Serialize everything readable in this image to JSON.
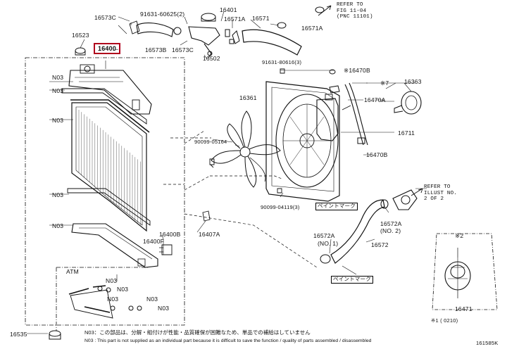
{
  "diagram": {
    "part_labels": {
      "p16573C": "16573C",
      "p91631_60625": "91631-60625(2)",
      "p16401": "16401",
      "p16571A_top": "16571A",
      "p16571": "16571",
      "p16571A_right": "16571A",
      "p16523": "16523",
      "p16400": "16400",
      "p16573B": "16573B",
      "p16573C_b": "16573C",
      "p16502": "16502",
      "p91631_80616": "91631-80616(3)",
      "p16470B_top": "※16470B",
      "p16363": "16363",
      "p7": "※7",
      "p16361": "16361",
      "p16470A": "16470A",
      "p16711": "16711",
      "p90099_05164": "90099-05164",
      "p16470B_b": "16470B",
      "p90099_04119": "90099-04119(3)",
      "p16407A": "16407A",
      "p16400B": "16400B",
      "p16400F": "16400F",
      "p16572A_left": "16572A",
      "p16572": "16572",
      "p16572A_right": "16572A",
      "pNo2": "(NO. 2)",
      "pNo1": "(NO. 1)",
      "p16535": "16535",
      "pATM": "ATM",
      "p16471": "16471",
      "p2": "※2",
      "pFootRef": "※1 (    0210)",
      "pCode": "161585K"
    },
    "n03_labels": [
      "N03",
      "N03",
      "N03",
      "N03",
      "N03",
      "N03",
      "N03",
      "N03",
      "N03",
      "N03"
    ],
    "refer_top": [
      "REFER TO",
      "FIG 11-04",
      "(PNC 11101)"
    ],
    "refer_right": [
      "REFER TO",
      "ILLUST NO.",
      "2 OF 2"
    ],
    "paint_mark": [
      "ペイントマーク",
      "ペイントマーク"
    ],
    "notes": [
      "N03：この部品は、分解・組付けが性能・品質確保が困難なため、単品での補給はしていません",
      "N03 : This part is not supplied as an individual part because it is difficult to save the function / quality of parts assembled / disassembled"
    ]
  },
  "colors": {
    "line": "#111111",
    "highlight": "#b0001c"
  }
}
